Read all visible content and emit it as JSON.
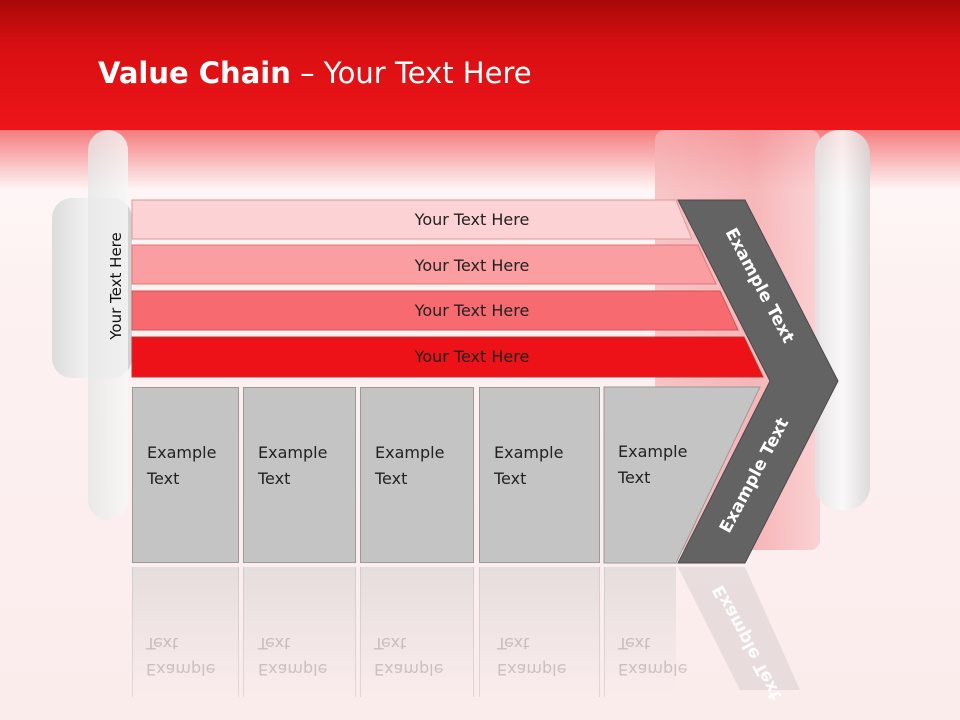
{
  "title": {
    "bold": "Value Chain",
    "rest": " – Your Text Here"
  },
  "side_label": "Your Text Here",
  "bands": [
    {
      "label": "Your Text Here",
      "color": "#fdd2d4"
    },
    {
      "label": "Your Text Here",
      "color": "#fa9ea1"
    },
    {
      "label": "Your Text Here",
      "color": "#f76b70"
    },
    {
      "label": "Your Text Here",
      "color": "#ed1218"
    }
  ],
  "boxes": [
    {
      "line1": "Example",
      "line2": "Text"
    },
    {
      "line1": "Example",
      "line2": "Text"
    },
    {
      "line1": "Example",
      "line2": "Text"
    },
    {
      "line1": "Example",
      "line2": "Text"
    },
    {
      "line1": "Example",
      "line2": "Text"
    }
  ],
  "arrow": {
    "top_label": "Example Text",
    "bottom_label": "Example Text",
    "color": "#636363"
  },
  "colors": {
    "header": "#e01015",
    "box": "#c4c4c4"
  }
}
